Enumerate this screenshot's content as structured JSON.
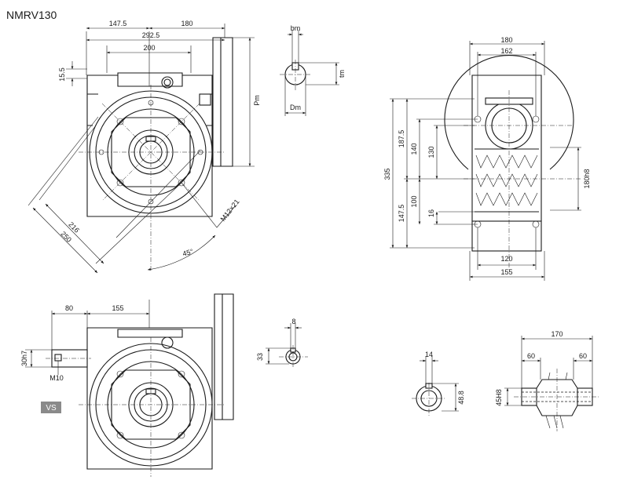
{
  "title": "NMRV130",
  "vs_badge": {
    "label": "VS",
    "color": "#8a8a8a"
  },
  "dims": {
    "front_147_5": "147.5",
    "front_180": "180",
    "front_292_5": "292.5",
    "front_200": "200",
    "front_15_5": "15.5",
    "front_pm": "Pm",
    "front_216": "216",
    "front_250": "250",
    "front_m12": "M12×21",
    "front_45": "45°",
    "key_bm": "bm",
    "key_tm": "tm",
    "key_dm": "Dm",
    "side_180": "180",
    "side_162": "162",
    "side_335": "335",
    "side_187_5": "187.5",
    "side_147_5": "147.5",
    "side_140": "140",
    "side_100": "100",
    "side_130": "130",
    "side_16": "16",
    "side_180h8": "180h8",
    "side_120": "120",
    "side_155": "155",
    "vs_80": "80",
    "vs_155": "155",
    "vs_30h7": "30h7",
    "vs_m10": "M10",
    "key2_8": "8",
    "key2_33": "33",
    "key3_14": "14",
    "key3_48_8": "48.8",
    "shaft_170": "170",
    "shaft_60a": "60",
    "shaft_60b": "60",
    "shaft_45h8": "45H8"
  }
}
